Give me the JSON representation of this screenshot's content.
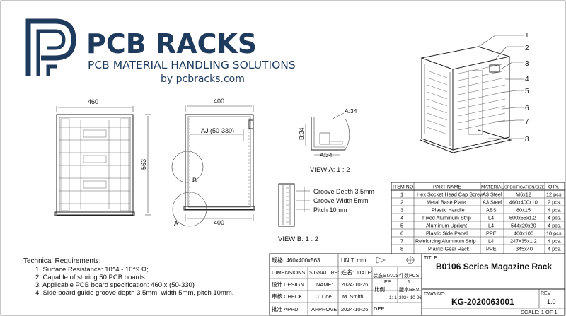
{
  "brand": {
    "name": "PCB RACKS",
    "tagline": "PCB MATERIAL HANDLING SOLUTIONS",
    "url": "by pcbracks.com",
    "color": "#1e3a5c"
  },
  "dims": {
    "front_width": "460",
    "front_height": "563",
    "side_top": "400",
    "side_bottom": "400",
    "aj": "AJ (50-330)",
    "label_a": "A",
    "label_b": "B"
  },
  "view_a": {
    "title": "VIEW A: 1 : 2",
    "a34_top": "A:34",
    "b34": "B:34",
    "a34_bottom": "A:34"
  },
  "view_b": {
    "title": "VIEW B: 1 : 2",
    "notes": [
      "Groove Depth 3.5mm",
      "Groove Width 5mm",
      "Pitch 10mm"
    ]
  },
  "balloons": [
    "1",
    "2",
    "3",
    "4",
    "5",
    "6",
    "7",
    "8"
  ],
  "bom": {
    "headers": [
      "ITEM NO.",
      "PART NAME",
      "MATERIAL",
      "SPECIFICATION/SIZE",
      "QTY."
    ],
    "rows": [
      [
        "1",
        "Hex Socket Head Cap Screw",
        "A3 Steel",
        "M6x12",
        "12 pcs."
      ],
      [
        "2",
        "Metal Base Plate",
        "A3 Steel",
        "460x400x10",
        "2 pcs."
      ],
      [
        "3",
        "Plastic Handle",
        "ABS",
        "80x15",
        "4 pcs."
      ],
      [
        "4",
        "Fixed Aluminum Strip",
        "L4",
        "500x55x1.2",
        "4 pcs."
      ],
      [
        "5",
        "Aluminum Upright",
        "L4",
        "544x20x20",
        "4 pcs."
      ],
      [
        "6",
        "Plastic Side Panel",
        "PPE",
        "460x100",
        "10 pcs."
      ],
      [
        "7",
        "Reinforcing Aluminum Strip",
        "L4",
        "247x35x1.2",
        "4 pcs."
      ],
      [
        "8",
        "Plastic Gear Rack",
        "PPE",
        "345x40",
        "4 pcs."
      ]
    ]
  },
  "tech": {
    "title": "Technical Requirements:",
    "items": [
      "1. Surface Resistance: 10^4 - 10^9 Ω;",
      "2. Capable of storing 50 PCB boards",
      "3. Applicable PCB board specification: 460 x (50-330)",
      "4. Side board guide groove depth 3.5mm, width 5mm, pitch 10mm."
    ]
  },
  "title_block": {
    "spec": "规格: 460x400x563",
    "unit": "UNIT: mm",
    "dimensions": "DIMENSIONS:",
    "signature": "SIGNATURE:",
    "name_cn": "姓名:",
    "date_cn": "DATE:",
    "design": "设计 DESIGN",
    "name": "NAME:",
    "design_date": "2024-10-26",
    "check": "审核 CHECK",
    "check_name": "J. Doe",
    "check_sig": "M. Smith",
    "approve_cn": "批准 APPD",
    "approve": "APPROVE",
    "approve_date": "2024-10-26",
    "status": "状态STAUS",
    "ep": "EP",
    "pieces": "件数PCS",
    "pieces_val": "1",
    "ratio": "比例",
    "ratio_val": "1: 1",
    "version": "版本REV.",
    "version_date": "2024-10-26",
    "dep": "DEP:",
    "title_label": "TITLE",
    "title": "B0106 Series Magazine Rack",
    "dwg_label": "DWG NO:",
    "dwg": "KG-2020063001",
    "rev_label": "REV",
    "rev": "1.0",
    "scale": "SCALE: 1 OF 1"
  }
}
